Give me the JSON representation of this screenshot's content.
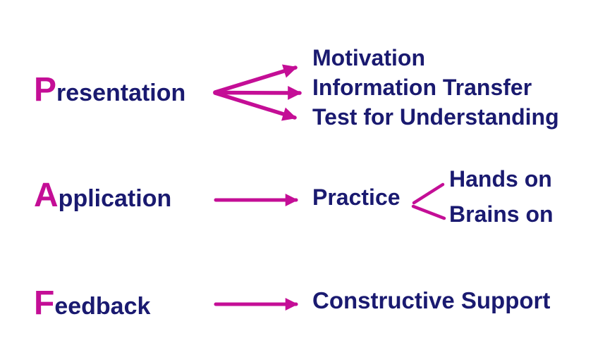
{
  "colors": {
    "accent_magenta": "#C40E96",
    "text_navy": "#1A1A70",
    "background": "#FFFFFF"
  },
  "diagram": {
    "presentation": {
      "initial": "P",
      "rest": "resentation",
      "outcomes": [
        "Motivation",
        "Information Transfer",
        "Test for Understanding"
      ]
    },
    "application": {
      "initial": "A",
      "rest": "pplication",
      "node": "Practice",
      "outcomes": [
        "Hands on",
        "Brains on"
      ]
    },
    "feedback": {
      "initial": "F",
      "rest": "eedback",
      "outcomes": [
        "Constructive Support"
      ]
    }
  }
}
